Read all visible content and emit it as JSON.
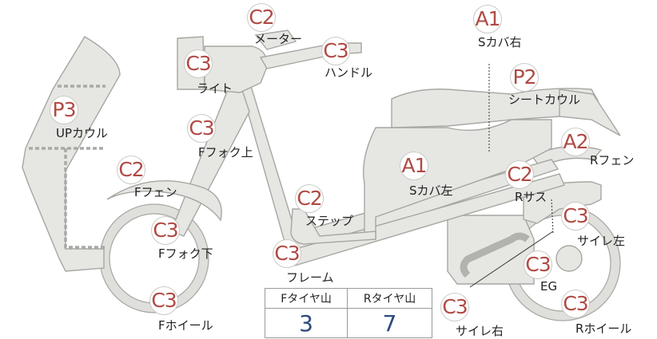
{
  "parts": [
    {
      "id": "meter",
      "grade": "C2",
      "label": "メーター"
    },
    {
      "id": "handle",
      "grade": "C3",
      "label": "ハンドル"
    },
    {
      "id": "light",
      "grade": "C3",
      "label": "ライト"
    },
    {
      "id": "up-cowl",
      "grade": "P3",
      "label": "UPカウル"
    },
    {
      "id": "f-fork-up",
      "grade": "C3",
      "label": "Fフォク上"
    },
    {
      "id": "f-fender",
      "grade": "C2",
      "label": "Fフェン"
    },
    {
      "id": "f-fork-down",
      "grade": "C3",
      "label": "Fフォク下"
    },
    {
      "id": "f-wheel",
      "grade": "C3",
      "label": "Fホイール"
    },
    {
      "id": "step",
      "grade": "C2",
      "label": "ステップ"
    },
    {
      "id": "frame",
      "grade": "C3",
      "label": "フレーム"
    },
    {
      "id": "s-cover-r",
      "grade": "A1",
      "label": "Sカバ右"
    },
    {
      "id": "seat-cowl",
      "grade": "P2",
      "label": "シートカウル"
    },
    {
      "id": "s-cover-l",
      "grade": "A1",
      "label": "Sカバ左"
    },
    {
      "id": "r-fender",
      "grade": "A2",
      "label": "Rフェン"
    },
    {
      "id": "r-sus",
      "grade": "C2",
      "label": "Rサス"
    },
    {
      "id": "muffler-l",
      "grade": "C3",
      "label": "サイレ左"
    },
    {
      "id": "eg",
      "grade": "C3",
      "label": "EG"
    },
    {
      "id": "muffler-r",
      "grade": "C3",
      "label": "サイレ右"
    },
    {
      "id": "r-wheel",
      "grade": "C3",
      "label": "Rホイール"
    }
  ],
  "tire_table": {
    "front_label": "Fタイヤ山",
    "rear_label": "Rタイヤ山",
    "front_value": "3",
    "rear_value": "7"
  }
}
